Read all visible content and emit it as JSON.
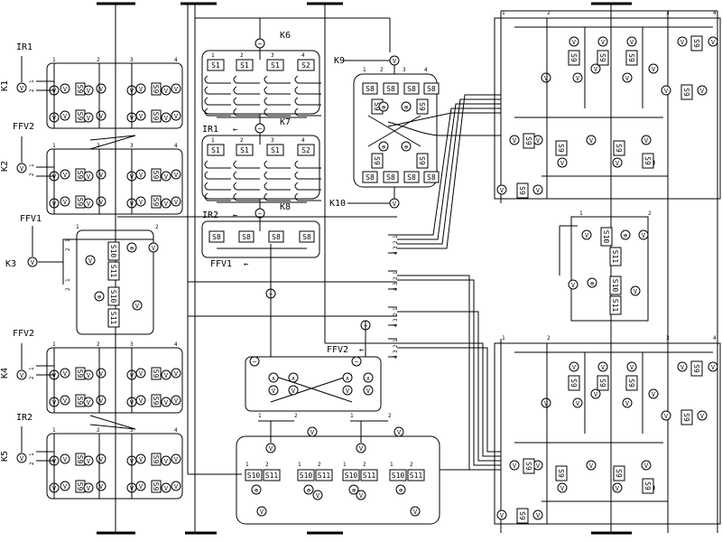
{
  "symbols": {
    "v": "V",
    "mix": "⊕",
    "osc": "~",
    "wedge": "∧",
    "in_arrow": "←"
  },
  "components": {
    "s1": "S1",
    "s2": "S2",
    "s8": "S8",
    "s9": "S9",
    "s10": "S10",
    "s11": "S11"
  },
  "modules": {
    "k1": {
      "label": "K1",
      "feed": "IR1"
    },
    "k2": {
      "label": "K2",
      "feed": "FFV2"
    },
    "k3": {
      "label": "K3",
      "feed": "FFV1"
    },
    "k4": {
      "label": "K4",
      "feed": "FFV2"
    },
    "k5": {
      "label": "K5",
      "feed": "IR2"
    },
    "k6": {
      "label": "K6"
    },
    "k7": {
      "label": "K7",
      "tap": "IR1"
    },
    "k8": {
      "label": "K8",
      "tap": "IR2"
    },
    "k9": {
      "label": "K9"
    },
    "k10": {
      "label": "K10"
    },
    "ffv1_tap": "FFV1",
    "ffv2_tap": "FFV2"
  },
  "ports": {
    "one": "1",
    "two": "2",
    "three": "3",
    "four": "4"
  }
}
